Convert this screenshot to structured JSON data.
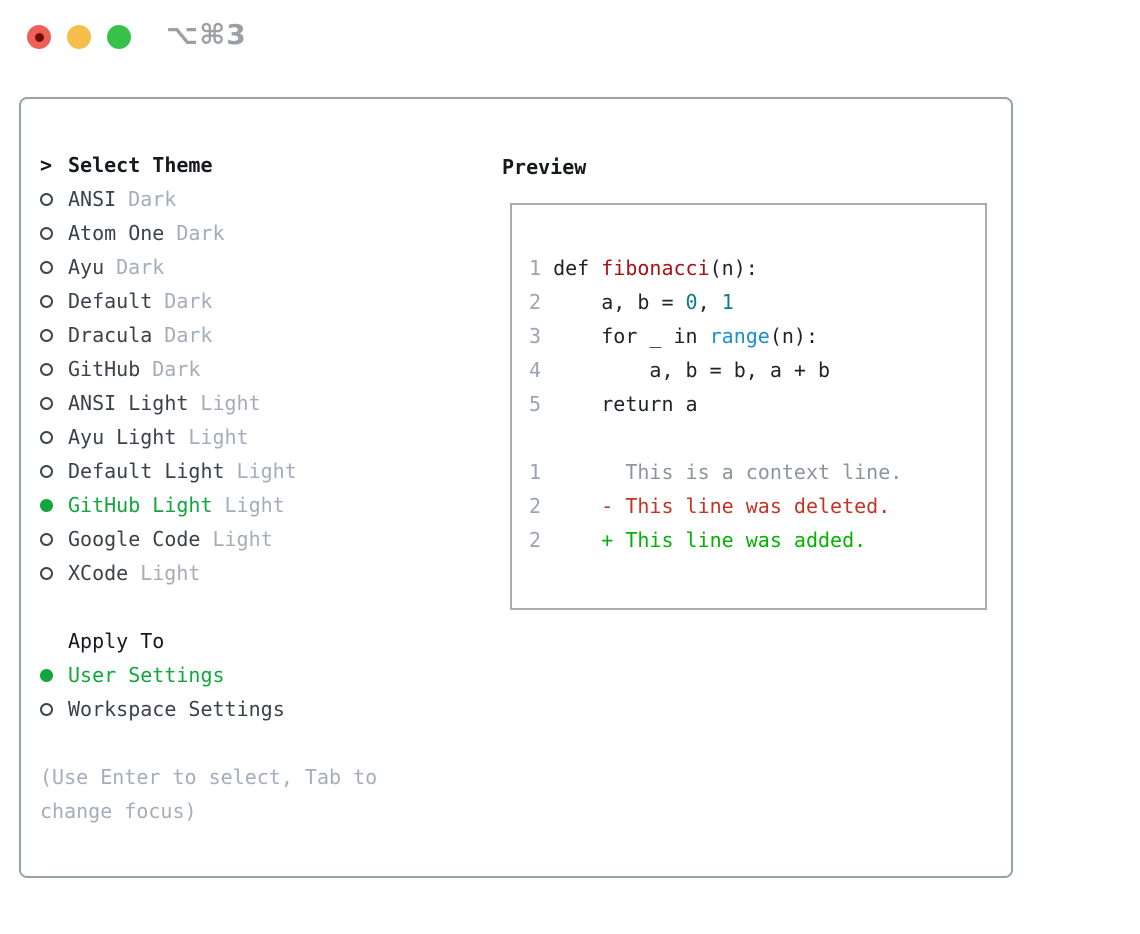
{
  "titlebar": {
    "shortcut": "⌥⌘3"
  },
  "theme_selector": {
    "prompt": ">",
    "header": "Select Theme",
    "items": [
      {
        "name": "ANSI",
        "variant": "Dark",
        "selected": false
      },
      {
        "name": "Atom One",
        "variant": "Dark",
        "selected": false
      },
      {
        "name": "Ayu",
        "variant": "Dark",
        "selected": false
      },
      {
        "name": "Default",
        "variant": "Dark",
        "selected": false
      },
      {
        "name": "Dracula",
        "variant": "Dark",
        "selected": false
      },
      {
        "name": "GitHub",
        "variant": "Dark",
        "selected": false
      },
      {
        "name": "ANSI Light",
        "variant": "Light",
        "selected": false
      },
      {
        "name": "Ayu Light",
        "variant": "Light",
        "selected": false
      },
      {
        "name": "Default Light",
        "variant": "Light",
        "selected": false
      },
      {
        "name": "GitHub Light",
        "variant": "Light",
        "selected": true
      },
      {
        "name": "Google Code",
        "variant": "Light",
        "selected": false
      },
      {
        "name": "XCode",
        "variant": "Light",
        "selected": false
      }
    ],
    "apply_to": {
      "header": "Apply To",
      "options": [
        {
          "label": "User Settings",
          "selected": true
        },
        {
          "label": "Workspace Settings",
          "selected": false
        }
      ]
    },
    "hint_lines": [
      "(Use Enter to select, Tab to",
      "change focus)"
    ]
  },
  "preview": {
    "title": "Preview",
    "lines": [
      [
        {
          "t": "1",
          "s": "num"
        },
        {
          "t": " def ",
          "s": "plain"
        },
        {
          "t": "fibonacci",
          "s": "func"
        },
        {
          "t": "(n):",
          "s": "plain"
        }
      ],
      [
        {
          "t": "2",
          "s": "num"
        },
        {
          "t": "     a, b = ",
          "s": "plain"
        },
        {
          "t": "0",
          "s": "lit"
        },
        {
          "t": ", ",
          "s": "plain"
        },
        {
          "t": "1",
          "s": "lit"
        }
      ],
      [
        {
          "t": "3",
          "s": "num"
        },
        {
          "t": "     for _ in ",
          "s": "plain"
        },
        {
          "t": "range",
          "s": "builtin"
        },
        {
          "t": "(n):",
          "s": "plain"
        }
      ],
      [
        {
          "t": "4",
          "s": "num"
        },
        {
          "t": "         a, b = b, a + b",
          "s": "plain"
        }
      ],
      [
        {
          "t": "5",
          "s": "num"
        },
        {
          "t": "     return a",
          "s": "plain"
        }
      ],
      [],
      [
        {
          "t": "1",
          "s": "num"
        },
        {
          "t": "       This is a context line.",
          "s": "ctx"
        }
      ],
      [
        {
          "t": "2",
          "s": "num"
        },
        {
          "t": "     - This line was deleted.",
          "s": "del"
        }
      ],
      [
        {
          "t": "2",
          "s": "num"
        },
        {
          "t": "     + This line was added.",
          "s": "add"
        }
      ]
    ]
  },
  "colors": {
    "tl_red": "#ee6056",
    "tl_red_dot": "#6d0f05",
    "tl_yellow": "#f5bd4a",
    "tl_green": "#37c14a",
    "muted_dark": "#9aa0a6",
    "panel_border": "#99a1ac",
    "preview_border": "#a7aeb8",
    "text_black": "#16191d",
    "text_dark": "#3a424c",
    "muted": "#a4adba",
    "marker_ring": "#3f474f",
    "accent_green": "#13a63d",
    "code_plain": "#1f2328",
    "line_num": "#9aa5b3",
    "func_red": "#a31515",
    "lit_teal": "#0e7c86",
    "builtin_blue": "#1b8fd0",
    "ctx_gray": "#8d949c",
    "del_red": "#c13526",
    "add_green": "#04b104"
  }
}
